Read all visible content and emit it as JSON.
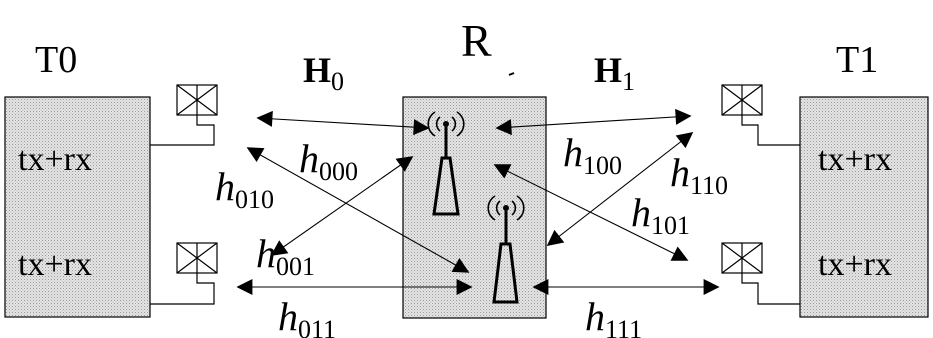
{
  "terminal_left": {
    "name": "T0",
    "units": [
      "tx+rx",
      "tx+rx"
    ]
  },
  "relay": {
    "name": "R"
  },
  "terminal_right": {
    "name": "T1",
    "units": [
      "tx+rx",
      "tx+rx"
    ]
  },
  "matrices": {
    "h0": {
      "symbol": "H",
      "index": "0"
    },
    "h1": {
      "symbol": "H",
      "index": "1"
    }
  },
  "channels": [
    {
      "key": "h000",
      "symbol": "h",
      "sub": "000"
    },
    {
      "key": "h010",
      "symbol": "h",
      "sub": "010"
    },
    {
      "key": "h001",
      "symbol": "h",
      "sub": "001"
    },
    {
      "key": "h011",
      "symbol": "h",
      "sub": "011"
    },
    {
      "key": "h100",
      "symbol": "h",
      "sub": "100"
    },
    {
      "key": "h110",
      "symbol": "h",
      "sub": "110"
    },
    {
      "key": "h101",
      "symbol": "h",
      "sub": "101"
    },
    {
      "key": "h111",
      "symbol": "h",
      "sub": "111"
    }
  ]
}
